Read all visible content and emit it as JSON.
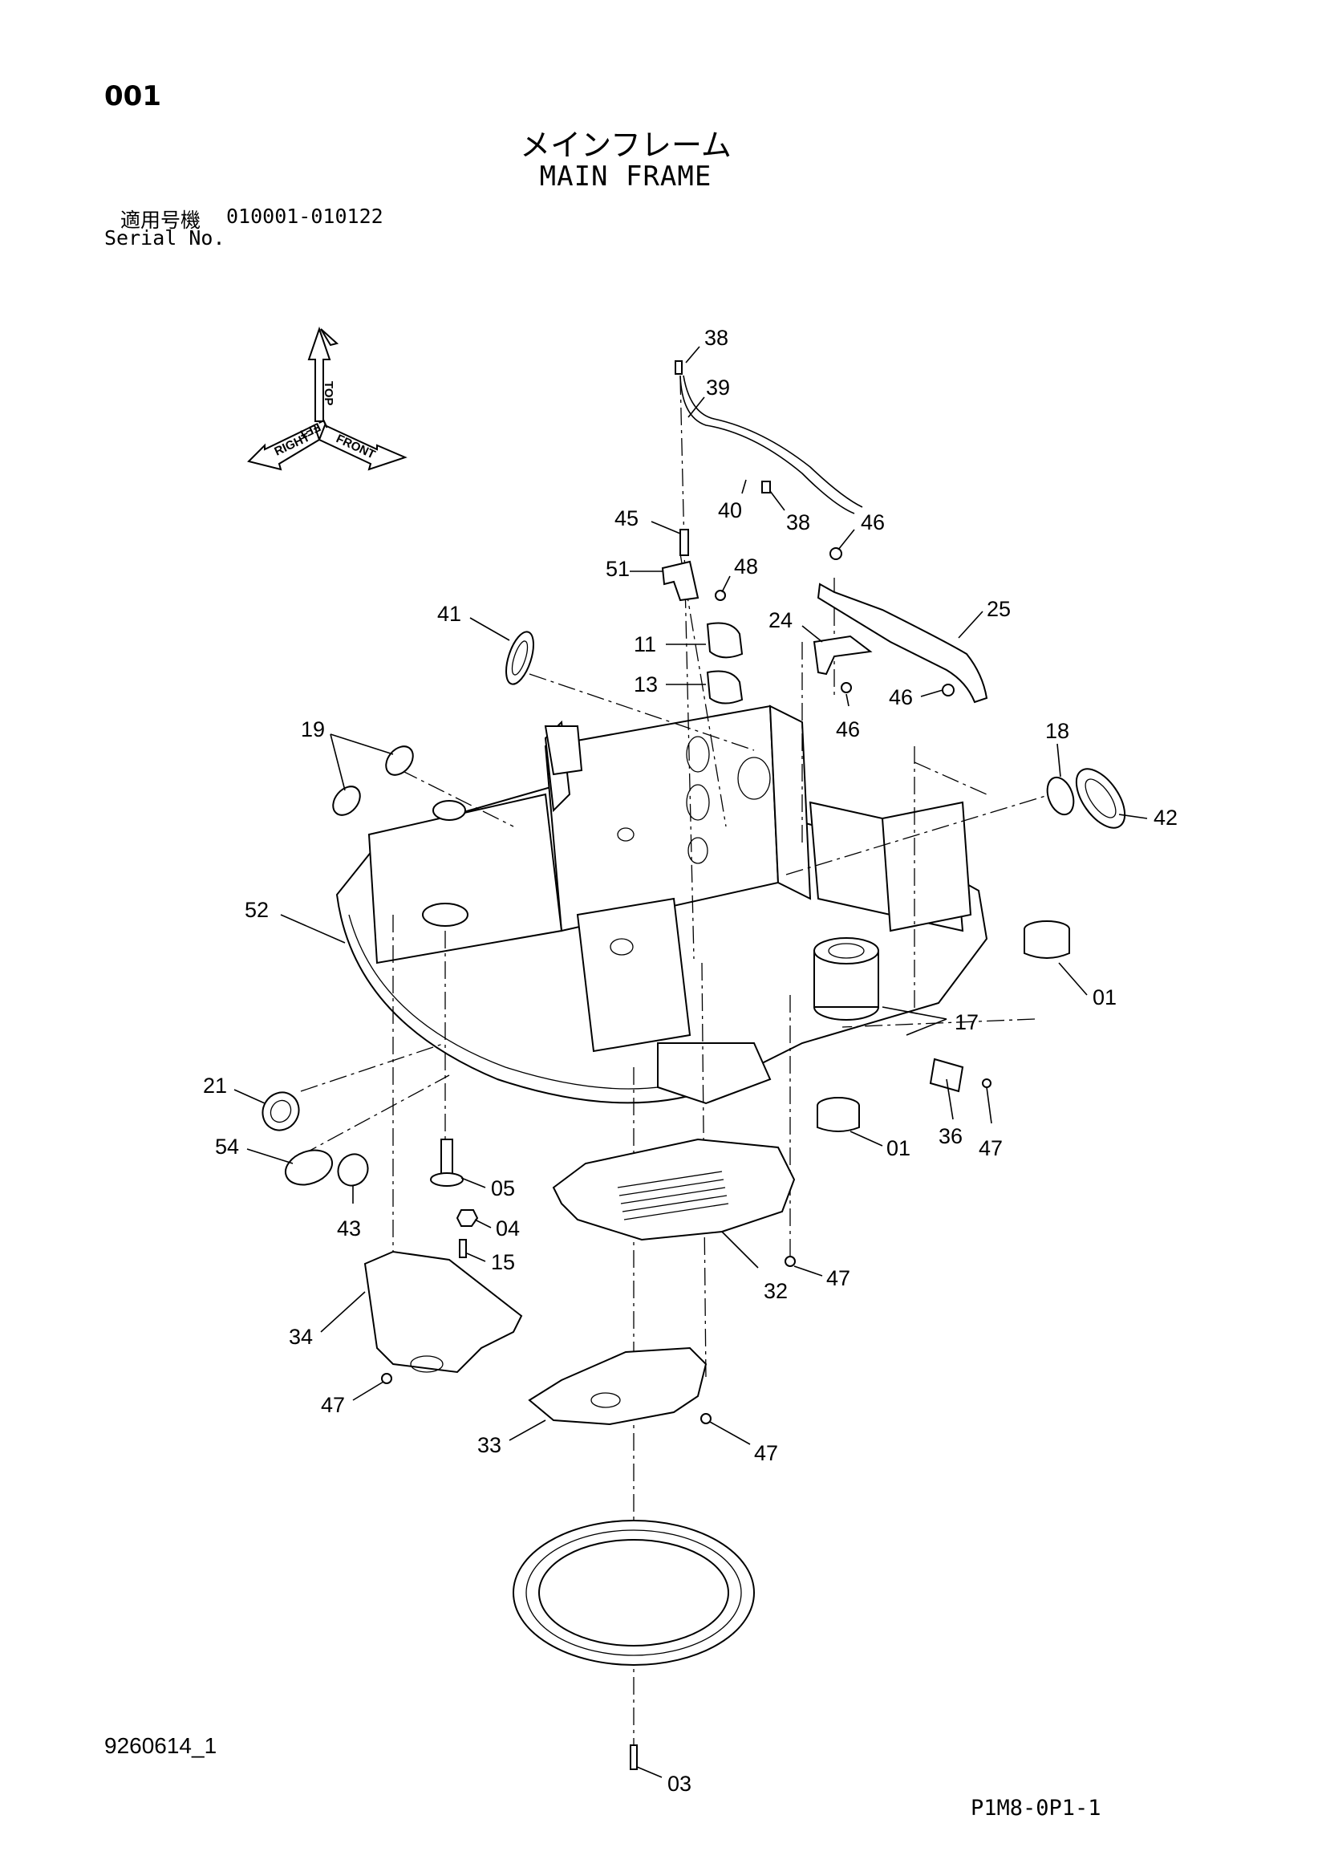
{
  "header": {
    "page_number": "001",
    "title_jp": "メインフレーム",
    "title_en": "MAIN FRAME",
    "serial_label_jp": "適用号機",
    "serial_range": "010001-010122",
    "serial_label_en": "Serial No."
  },
  "orientation": {
    "top": "TOP",
    "front": "FRONT",
    "right": "RIGHT",
    "left": "LEFT"
  },
  "callouts": {
    "p38a": "38",
    "p39": "39",
    "p40": "40",
    "p38b": "38",
    "p45": "45",
    "p46a": "46",
    "p51": "51",
    "p48": "48",
    "p41": "41",
    "p11": "11",
    "p13": "13",
    "p24": "24",
    "p25": "25",
    "p46b": "46",
    "p46c": "46",
    "p19": "19",
    "p18": "18",
    "p42": "42",
    "p52": "52",
    "p01a": "01",
    "p17": "17",
    "p21": "21",
    "p01b": "01",
    "p36": "36",
    "p47a": "47",
    "p54": "54",
    "p05": "05",
    "p04": "04",
    "p43": "43",
    "p15": "15",
    "p47b": "47",
    "p32": "32",
    "p34": "34",
    "p47c": "47",
    "p33": "33",
    "p47d": "47",
    "p03": "03"
  },
  "footer": {
    "doc_id": "9260614_1",
    "page_code": "P1M8-0P1-1"
  }
}
